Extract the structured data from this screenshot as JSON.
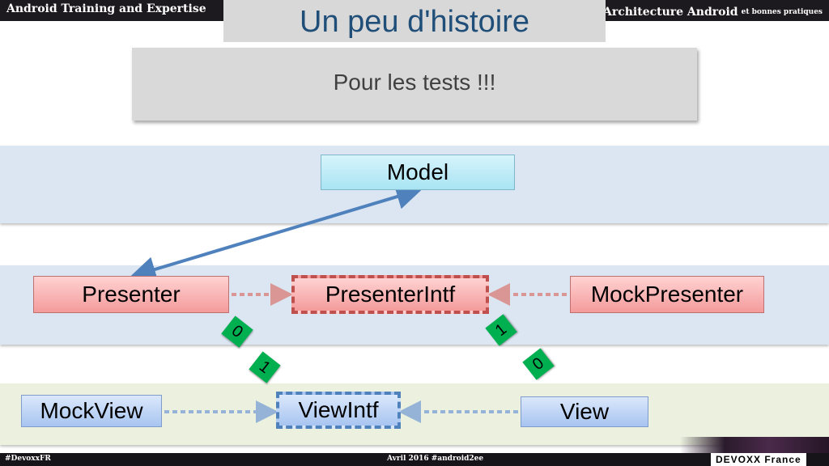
{
  "header": {
    "left_title": "Android Training and Expertise",
    "right_title": "Architecture Android",
    "right_subtitle": "et bonnes pratiques"
  },
  "slide": {
    "title": "Un peu d'histoire",
    "subtitle": "Pour les tests !!!"
  },
  "diagram": {
    "model": "Model",
    "presenter": "Presenter",
    "presenter_intf": "PresenterIntf",
    "mock_presenter": "MockPresenter",
    "mock_view": "MockView",
    "view_intf": "ViewIntf",
    "view": "View",
    "tags": {
      "left_top": "0",
      "left_bottom": "1",
      "right_top": "1",
      "right_bottom": "0"
    }
  },
  "footer": {
    "hashtag": "#DevoxxFR",
    "date": "Avril 2016 #android2ee",
    "brand": "DEVOXX France"
  },
  "colors": {
    "title": "#1f4e79",
    "band_blue": "#dce6f2",
    "band_green": "#ebf1de",
    "tag_green": "#00b050",
    "arrow_blue": "#4f81bd",
    "arrow_red": "#c0504d"
  }
}
